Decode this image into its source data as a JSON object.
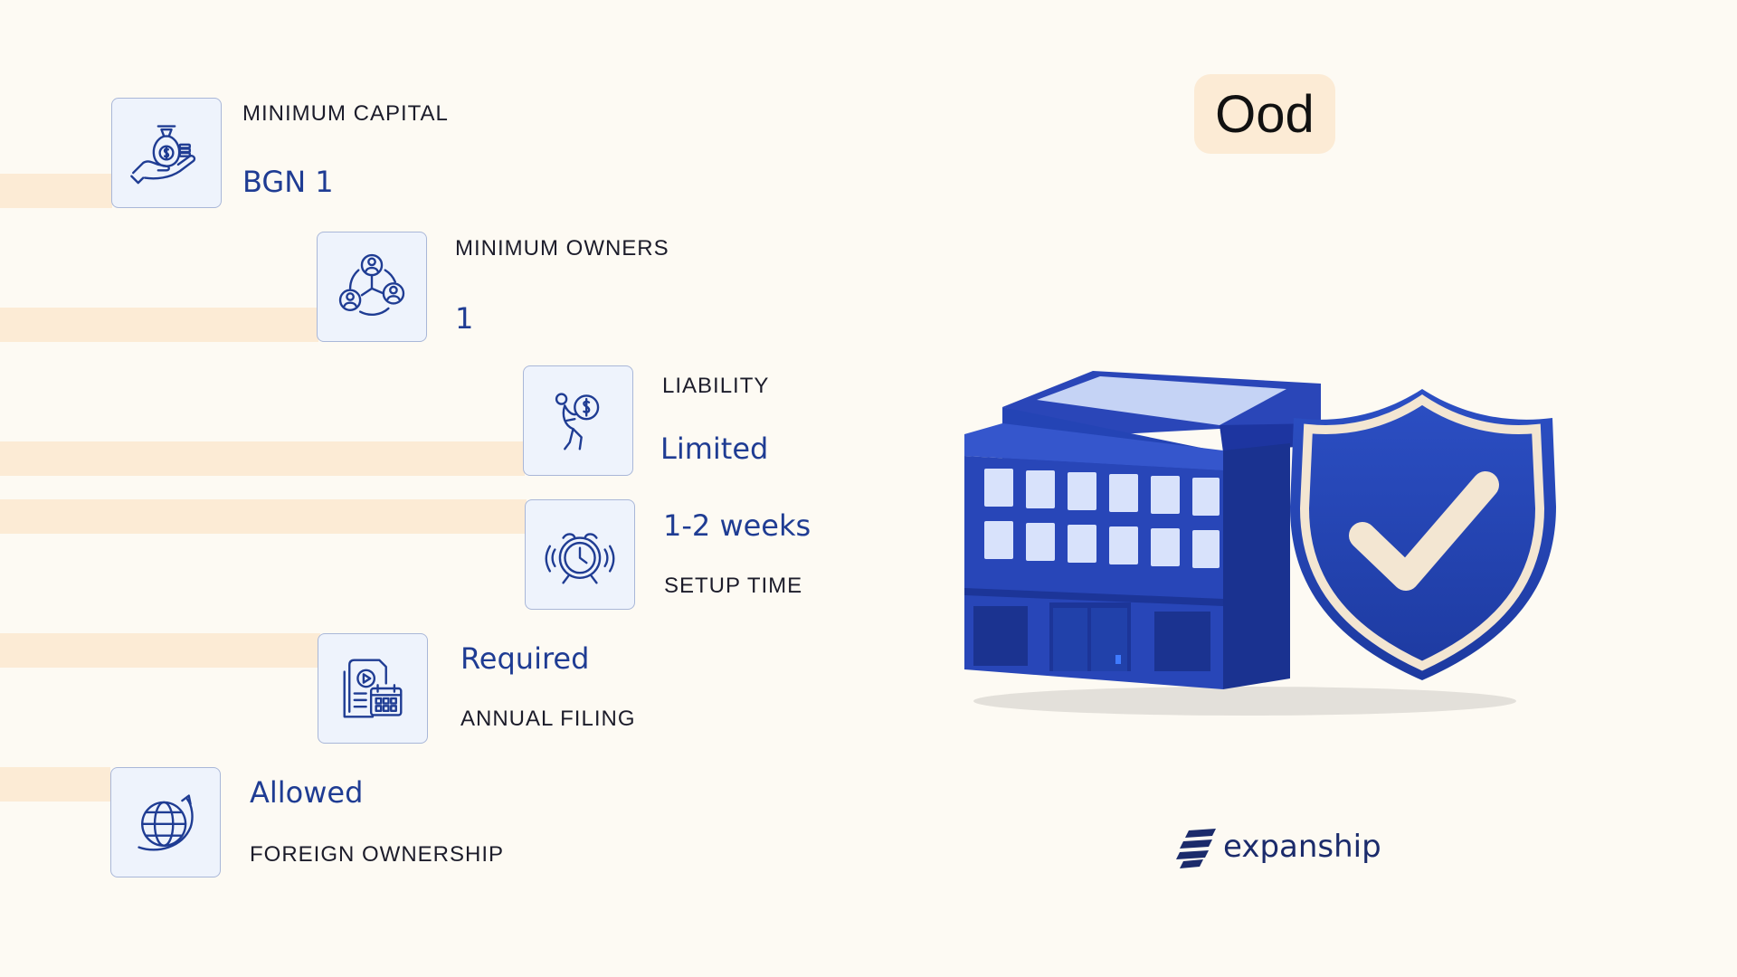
{
  "company_type": "Ood",
  "features": [
    {
      "label": "MINIMUM CAPITAL",
      "value": "BGN 1",
      "icon": "money-bag-hand-icon"
    },
    {
      "label": "MINIMUM OWNERS",
      "value": "1",
      "icon": "owners-network-icon"
    },
    {
      "label": "LIABILITY",
      "value": "Limited",
      "icon": "person-carrying-coin-icon"
    },
    {
      "label": "SETUP TIME",
      "value": "1-2 weeks",
      "icon": "alarm-clock-icon"
    },
    {
      "label": "ANNUAL FILING",
      "value": "Required",
      "icon": "document-calendar-icon"
    },
    {
      "label": "FOREIGN OWNERSHIP",
      "value": "Allowed",
      "icon": "globe-arrow-icon"
    }
  ],
  "brand": {
    "name": "expanship"
  },
  "colors": {
    "accent": "#1f3c93",
    "background": "#fdfaf3",
    "band": "#fcebd5",
    "icon_bg": "#eef3fc"
  }
}
